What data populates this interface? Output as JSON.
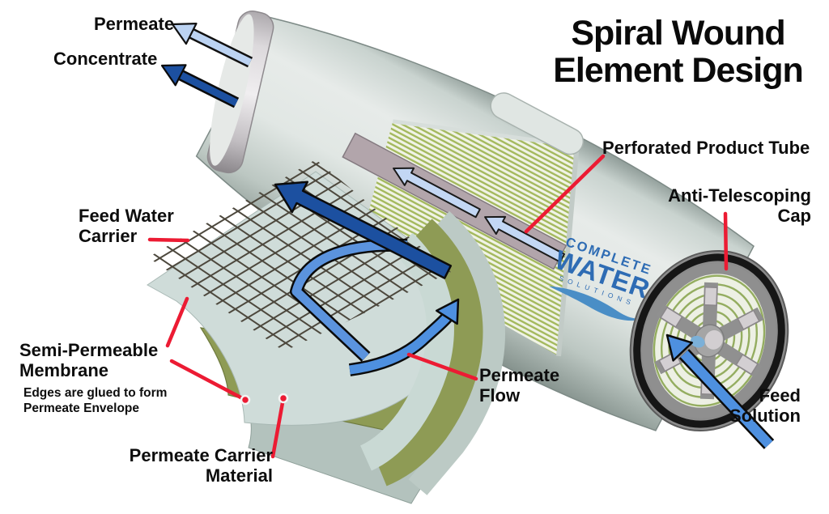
{
  "title": {
    "lines": [
      "Spiral Wound",
      "Element Design"
    ]
  },
  "callouts": {
    "permeate": "Permeate",
    "concentrate": "Concentrate",
    "perforated_product_tube": "Perforated Product Tube",
    "anti_telescoping_cap": {
      "lines": [
        "Anti-Telescoping",
        "Cap"
      ]
    },
    "feed_water_carrier": {
      "lines": [
        "Feed Water",
        "Carrier"
      ]
    },
    "semi_permeable_membrane": {
      "lines": [
        "Semi-Permeable",
        "Membrane"
      ],
      "note": {
        "lines": [
          "Edges are glued to form",
          "Permeate Envelope"
        ]
      }
    },
    "permeate_flow": {
      "lines": [
        "Permeate",
        "Flow"
      ]
    },
    "permeate_carrier_material": {
      "lines": [
        "Permeate Carrier",
        "Material"
      ]
    },
    "feed_solution": {
      "lines": [
        "Feed",
        "Solution"
      ]
    }
  },
  "logo": {
    "line1": "COMPLETE",
    "line2": "WATER",
    "line3": "SOLUTIONS"
  },
  "colors": {
    "leader_red": "#EC1B33",
    "flow_blue": "#4E90E0",
    "flow_dark_blue": "#1C50A0",
    "flow_pale_blue": "#BCD3F2",
    "logo_blue": "#2E6CB4",
    "carrier_green": "#8E9B55",
    "membrane_teal": "#CFDCD9",
    "cylinder_shell": "#D9E2DE",
    "label_black": "#0D0D0D"
  }
}
